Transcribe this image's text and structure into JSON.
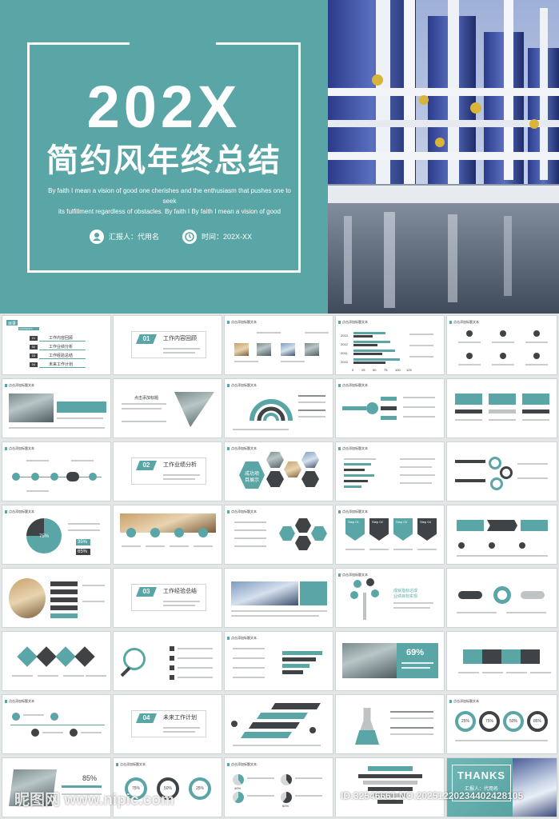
{
  "cover": {
    "year": "202X",
    "title": "简约风年终总结",
    "description_line1": "By faith I mean a vision of good one cherishes and the enthusiasm that pushes one to seek",
    "description_line2": "its fulfillment regardless  of obstacles. By faith I By faith I mean  a vision of good",
    "reporter": "汇报人：代用名",
    "time": "时间：202X-XX",
    "accent_color": "#5aa6a6",
    "reporter_icon": "user-icon",
    "time_icon": "clock-icon"
  },
  "toc": {
    "badge": "目录",
    "contents": "CONTENTS",
    "items": [
      {
        "num": "01",
        "label": "工作内容回顾"
      },
      {
        "num": "02",
        "label": "工作业绩分析"
      },
      {
        "num": "03",
        "label": "工作经验总结"
      },
      {
        "num": "04",
        "label": "未来工作计划"
      }
    ]
  },
  "sections": [
    {
      "num": "01",
      "name": "工作内容回顾"
    },
    {
      "num": "02",
      "name": "工作业绩分析"
    },
    {
      "num": "03",
      "name": "工作经验总结"
    },
    {
      "num": "04",
      "name": "未来工作计划"
    }
  ],
  "slide_title": "点击添加标题文本",
  "small_text": "点击添加标题",
  "bar_chart_thumb": {
    "categories": [
      "2013",
      "2012",
      "2011",
      "2010"
    ],
    "axis_ticks": [
      "0",
      "25",
      "50",
      "75",
      "100",
      "125"
    ]
  },
  "hex_thumb": {
    "line1": "成功项",
    "line2": "目展示"
  },
  "steps_thumb": [
    "Step 01",
    "Step 02",
    "Step 03",
    "Step 04"
  ],
  "pie_thumb": {
    "value_label": "75%",
    "badge1": "35%",
    "badge2": "65%"
  },
  "percent_thumb": {
    "value": "69%"
  },
  "tree_thumb": {
    "line1": "成就指标达成",
    "line2": "业绩目标实现"
  },
  "rings_thumb": [
    "25%",
    "75%",
    "50%",
    "85%"
  ],
  "last_row": {
    "value": "85%",
    "rings": [
      "75%",
      "50%",
      "25%"
    ],
    "pie_labels": [
      "40%",
      "60%"
    ]
  },
  "end_slide": {
    "title": "THANKS",
    "subtitle": "汇报人：代用名"
  },
  "watermark": {
    "left": "昵图网 www.nipic.com",
    "right": "ID:32546661 NO:20251220234402428105"
  }
}
